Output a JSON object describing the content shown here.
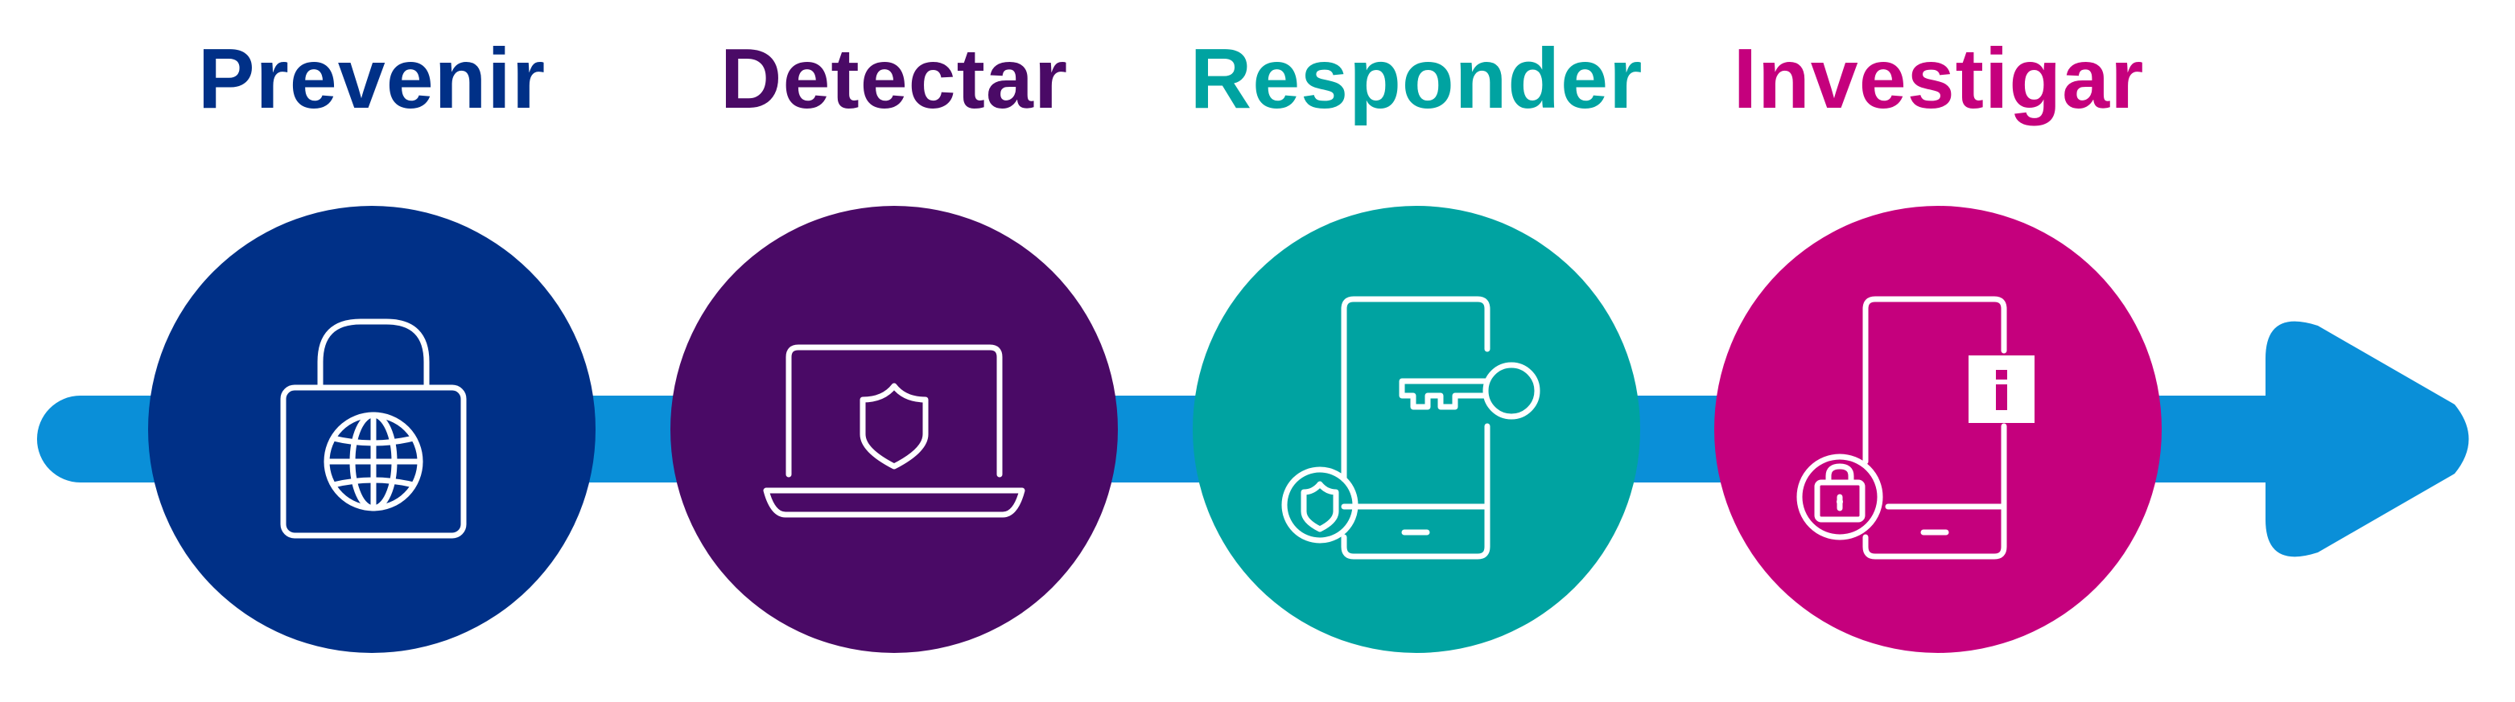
{
  "steps": [
    {
      "label": "Prevenir",
      "color": "#003087",
      "icon": "padlock-globe-icon"
    },
    {
      "label": "Detectar",
      "color": "#4a0a66",
      "icon": "laptop-shield-icon"
    },
    {
      "label": "Responder",
      "color": "#00a3a1",
      "icon": "phone-key-shield-icon"
    },
    {
      "label": "Investigar",
      "color": "#c5007d",
      "icon": "phone-info-lock-icon"
    }
  ],
  "arrow": {
    "color": "#0a8fd8",
    "icon": "arrow-right-icon"
  }
}
